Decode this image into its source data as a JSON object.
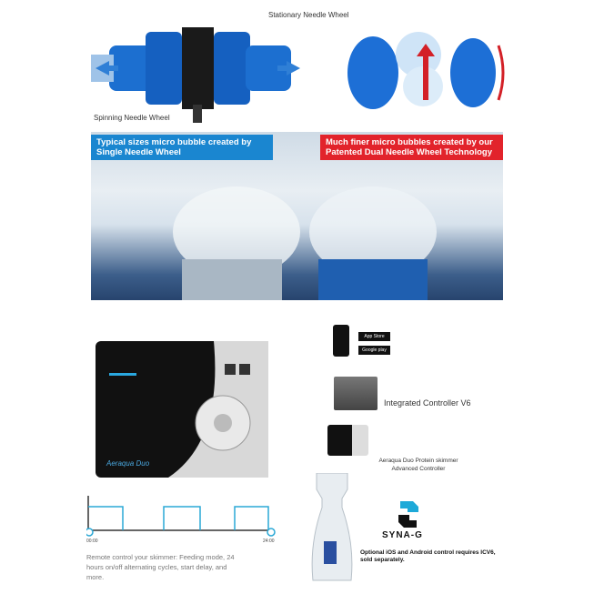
{
  "diagram": {
    "stationary_label": "Stationary Needle Wheel",
    "spinning_label": "Spinning Needle Wheel"
  },
  "comparison": {
    "left_banner": "Typical sizes micro bubble created by Single Needle Wheel",
    "right_banner": "Much finer micro bubbles created by our Patented Dual Needle Wheel Technology",
    "colors": {
      "left": "#1a86d0",
      "right": "#e2232b"
    }
  },
  "controller": {
    "brand_logo": "Aeraqua Duo"
  },
  "schedule": {
    "start": "00:00",
    "end": "24:00",
    "description": "Remote control your skimmer: Feeding mode, 24 hours on/off alternating cycles, start delay, and more."
  },
  "connectivity": {
    "app_store": "App Store",
    "google_play": "Google play",
    "icv6_label": "Integrated Controller V6",
    "advanced_label": "Aeraqua Duo Protein skimmer Advanced Controller",
    "logo": "SYNA-G",
    "note": "Optional iOS and Android control requires ICV6, sold separately."
  }
}
